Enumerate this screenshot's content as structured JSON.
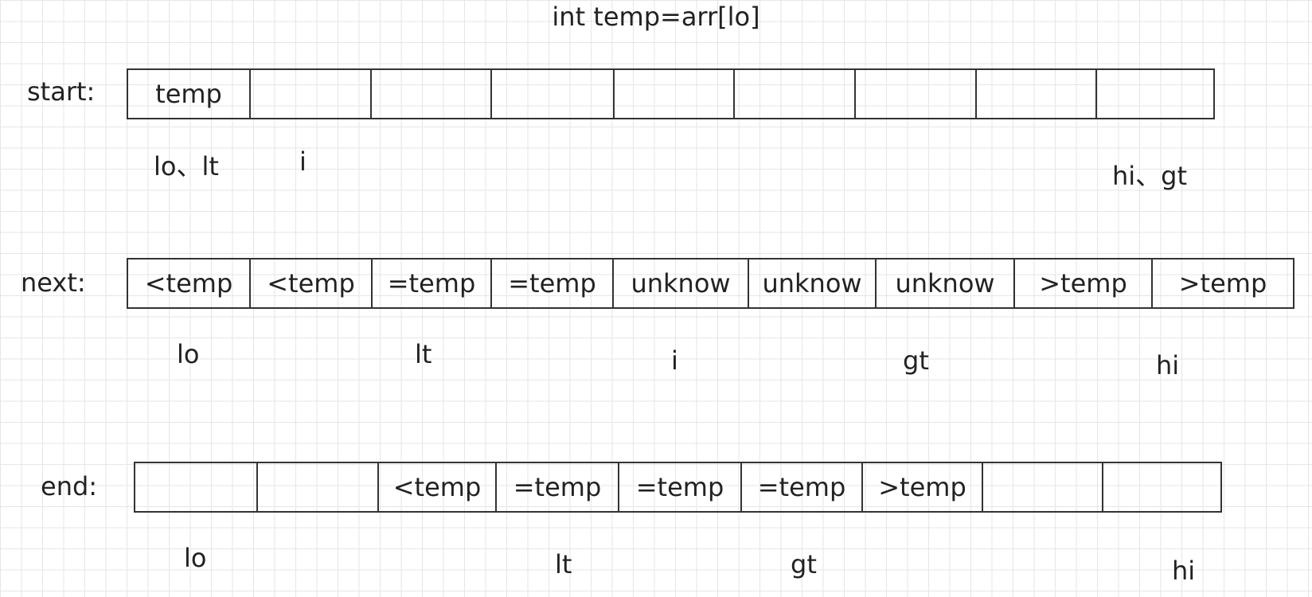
{
  "title": "int temp=arr[lo]",
  "rows": {
    "start": {
      "label": "start:",
      "cells": [
        "temp",
        "",
        "",
        "",
        "",
        "",
        "",
        "",
        ""
      ],
      "pointers": [
        "lo、lt",
        "i",
        "hi、gt"
      ]
    },
    "next": {
      "label": "next:",
      "cells": [
        "<temp",
        "<temp",
        "=temp",
        "=temp",
        "unknow",
        "unknow",
        "unknow",
        ">temp",
        ">temp"
      ],
      "pointers": [
        "lo",
        "lt",
        "i",
        "gt",
        "hi"
      ]
    },
    "end": {
      "label": "end:",
      "cells": [
        "",
        "",
        "<temp",
        "=temp",
        "=temp",
        "=temp",
        ">temp",
        "",
        ""
      ],
      "pointers": [
        "lo",
        "lt",
        "gt",
        "hi"
      ]
    }
  }
}
